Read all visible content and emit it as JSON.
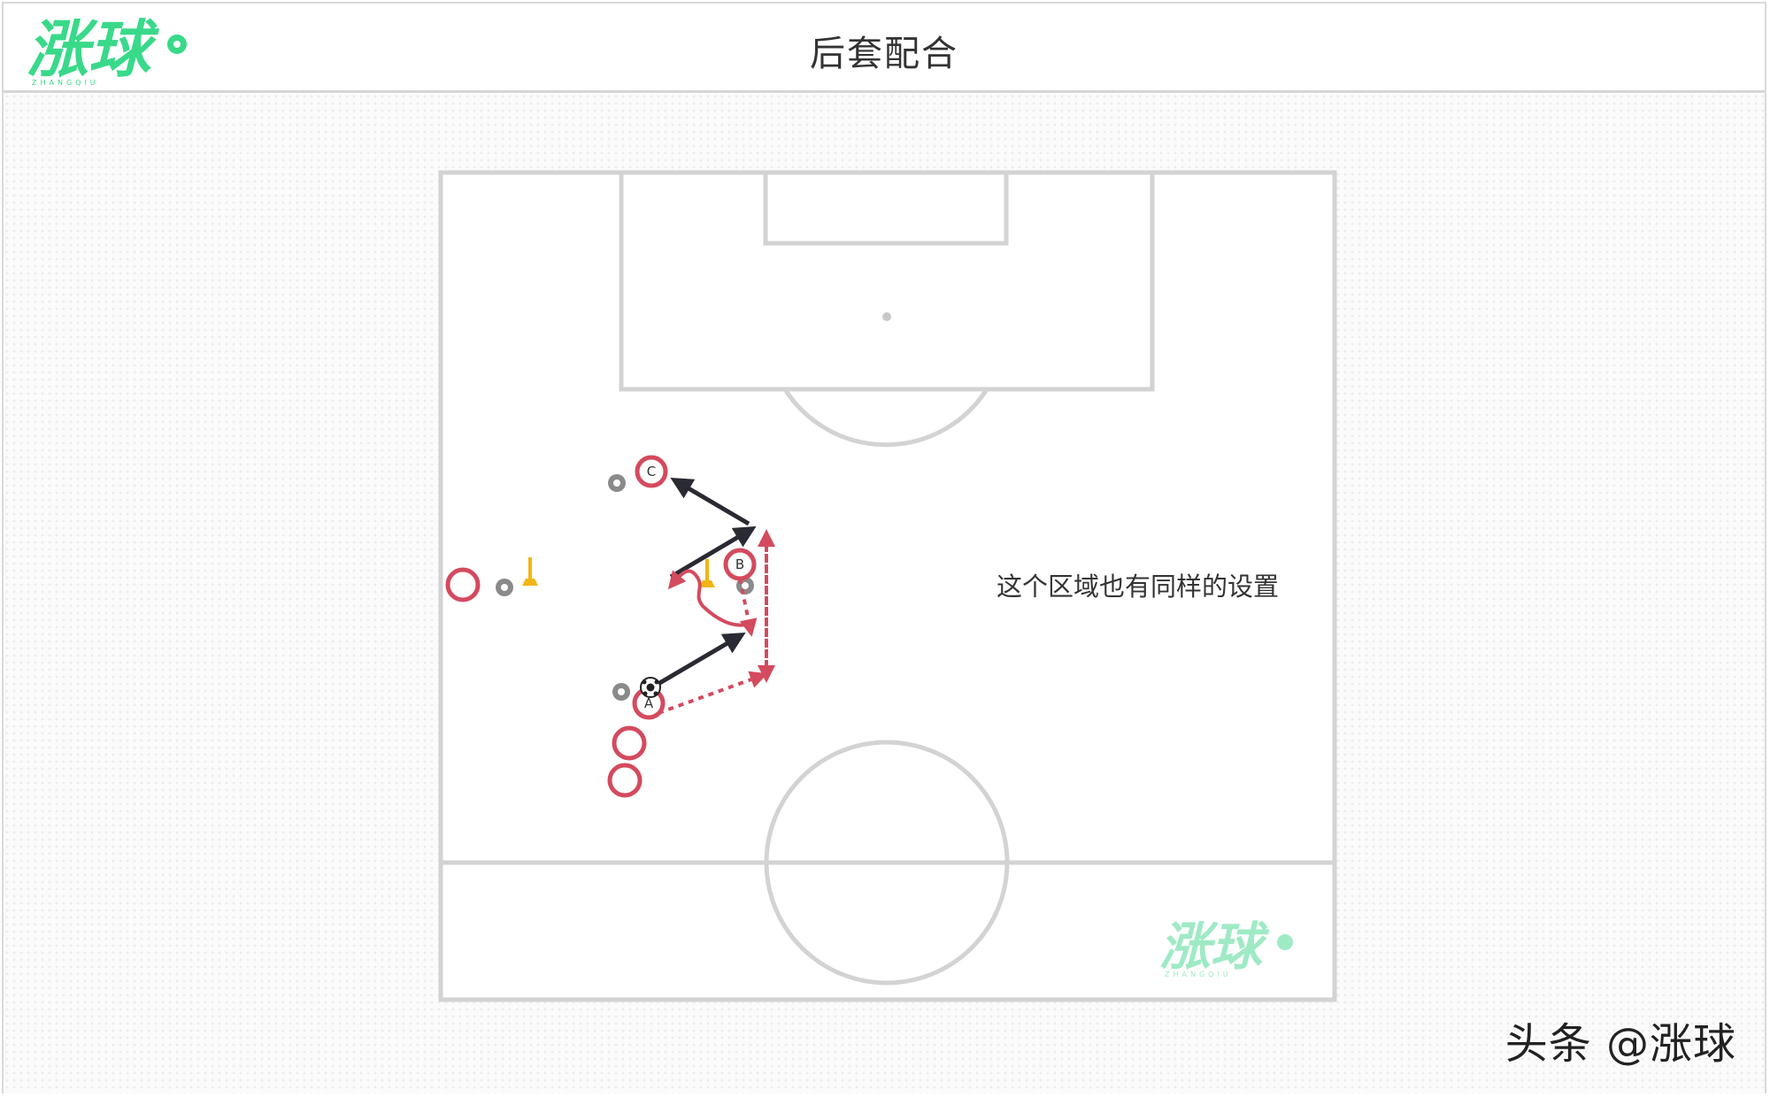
{
  "header": {
    "logo_text": "涨球",
    "logo_subtext": "ZHANGQIU",
    "title": "后套配合"
  },
  "diagram": {
    "note": "这个区域也有同样的设置",
    "players": [
      {
        "label": "A"
      },
      {
        "label": "B"
      },
      {
        "label": "C"
      }
    ],
    "watermark_text": "涨球",
    "watermark_subtext": "ZHANGQIU"
  },
  "credit": "头条 @涨球",
  "colors": {
    "brand_green": "#39d98a",
    "player_red": "#d44a5e",
    "arrow_dark": "#2a2a33",
    "cone_yellow": "#f1b515",
    "marker_gray": "#8a8a8a",
    "field_line": "#d3d3d3"
  },
  "icons": [
    "ball-icon",
    "cone-icon",
    "player-marker-icon"
  ]
}
